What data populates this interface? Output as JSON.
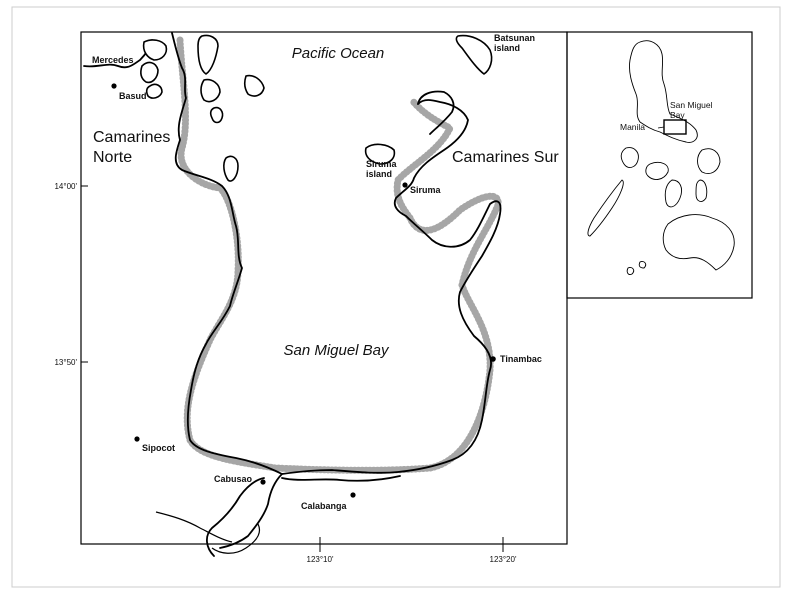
{
  "map": {
    "labels": {
      "ocean": "Pacific Ocean",
      "bay": "San Miguel Bay",
      "province_north_1": "Camarines",
      "province_north_2": "Norte",
      "province_south": "Camarines Sur",
      "batsunan_1": "Batsunan",
      "batsunan_2": "island",
      "siruma_island_1": "Siruma",
      "siruma_island_2": "island"
    },
    "places": {
      "mercedes": "Mercedes",
      "basud": "Basud",
      "siruma": "Siruma",
      "tinambac": "Tinambac",
      "sipocot": "Sipocot",
      "cabusao": "Cabusao",
      "calabanga": "Calabanga"
    },
    "latitude_ticks": [
      "14°00'",
      "13°50'"
    ],
    "longitude_ticks": [
      "123°10'",
      "123°20'"
    ]
  },
  "inset": {
    "manila": "Manila",
    "bay_line1": "San Miguel",
    "bay_line2": "Bay"
  }
}
